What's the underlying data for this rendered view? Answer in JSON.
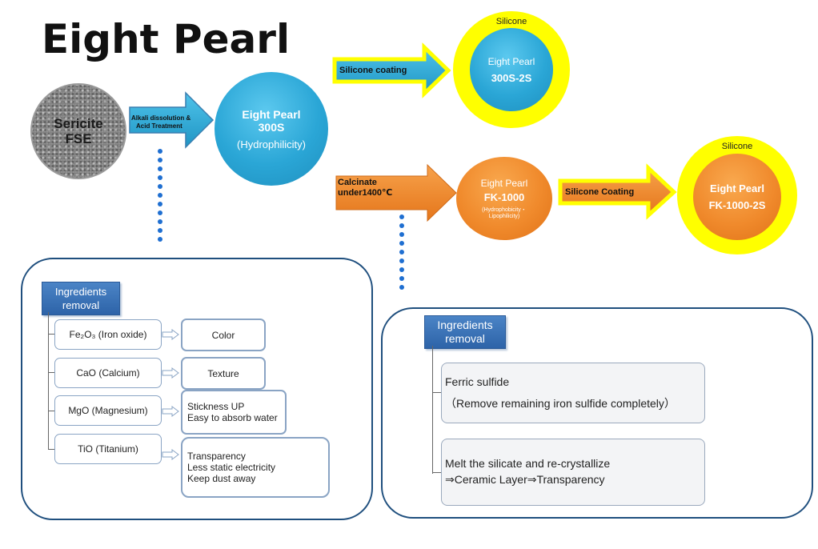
{
  "title": "Eight Pearl",
  "sericite": {
    "line1": "Sericite",
    "line2": "FSE"
  },
  "arrow_alkali": {
    "line1": "Alkali dissolution &",
    "line2": "Acid Treatment"
  },
  "pearl_300s": {
    "name": "Eight Pearl",
    "code": "300S",
    "note": "(Hydrophilicity)"
  },
  "arrow_silicone_top": {
    "label": "Silicone coating"
  },
  "pearl_300s_2s": {
    "ring": "Silicone",
    "name": "Eight Pearl",
    "code": "300S-2S"
  },
  "arrow_calcinate": {
    "line1": "Calcinate",
    "line2": "under1400℃"
  },
  "pearl_fk1000": {
    "name": "Eight Pearl",
    "code": "FK-1000",
    "note1": "(Hydrophobicity・",
    "note2": "Lipophilicity)"
  },
  "arrow_silicone_bottom": {
    "label": "Silicone Coating"
  },
  "pearl_fk1000_2s": {
    "ring": "Silicone",
    "name": "Eight Pearl",
    "code": "FK-1000-2S"
  },
  "left_panel": {
    "badge_line1": "Ingredients",
    "badge_line2": "removal",
    "rows": [
      {
        "ingredient": "Fe₂O₃ (Iron oxide)",
        "result_lines": [
          "Color"
        ]
      },
      {
        "ingredient": "CaO (Calcium)",
        "result_lines": [
          "Texture"
        ]
      },
      {
        "ingredient": "MgO (Magnesium)",
        "result_lines": [
          "Stickness UP",
          "Easy to absorb water"
        ]
      },
      {
        "ingredient": "TiO (Titanium)",
        "result_lines": [
          "Transparency",
          "Less static electricity",
          "Keep dust away"
        ]
      }
    ]
  },
  "right_panel": {
    "badge_line1": "Ingredients",
    "badge_line2": "removal",
    "box1_line1": "Ferric sulfide",
    "box1_line2": "（Remove remaining iron sulfide completely）",
    "box2_line1": "Melt the silicate and re-crystallize",
    "box2_line2": "⇒Ceramic Layer⇒Transparency"
  },
  "colors": {
    "blue": "#2aa6d6",
    "orange": "#f08a2c",
    "yellow": "#ffff00",
    "navy": "#1f4f7e",
    "dot_blue": "#1f6fd1"
  }
}
